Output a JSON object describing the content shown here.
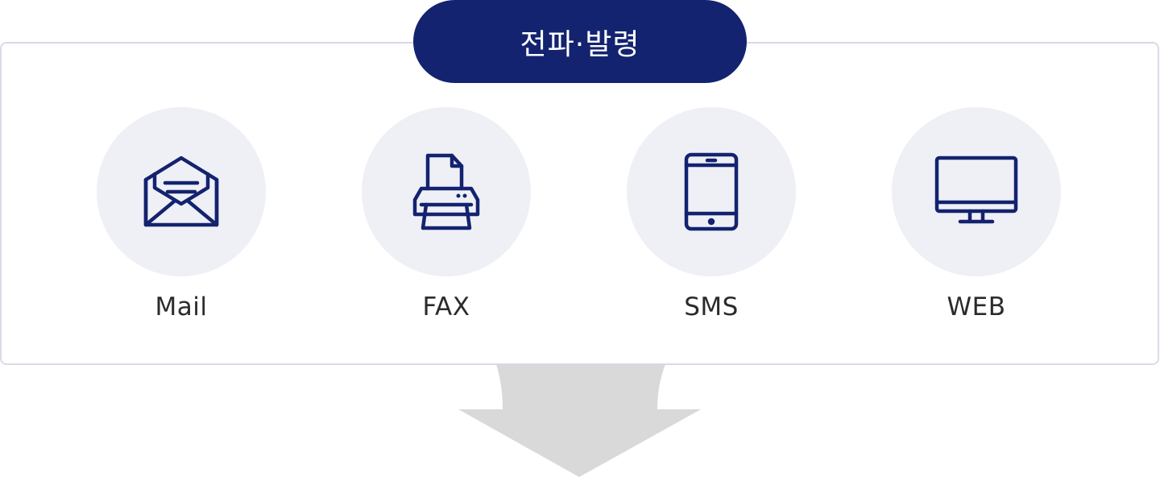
{
  "title": "전파·발령",
  "channels": [
    {
      "label": "Mail",
      "icon": "mail-icon"
    },
    {
      "label": "FAX",
      "icon": "fax-icon"
    },
    {
      "label": "SMS",
      "icon": "mobile-icon"
    },
    {
      "label": "WEB",
      "icon": "monitor-icon"
    }
  ],
  "colors": {
    "primary": "#13236f",
    "circle": "#eff0f6",
    "border": "#d9dae8",
    "arrow": "#d9d9d9",
    "text": "#2b2b2b"
  }
}
